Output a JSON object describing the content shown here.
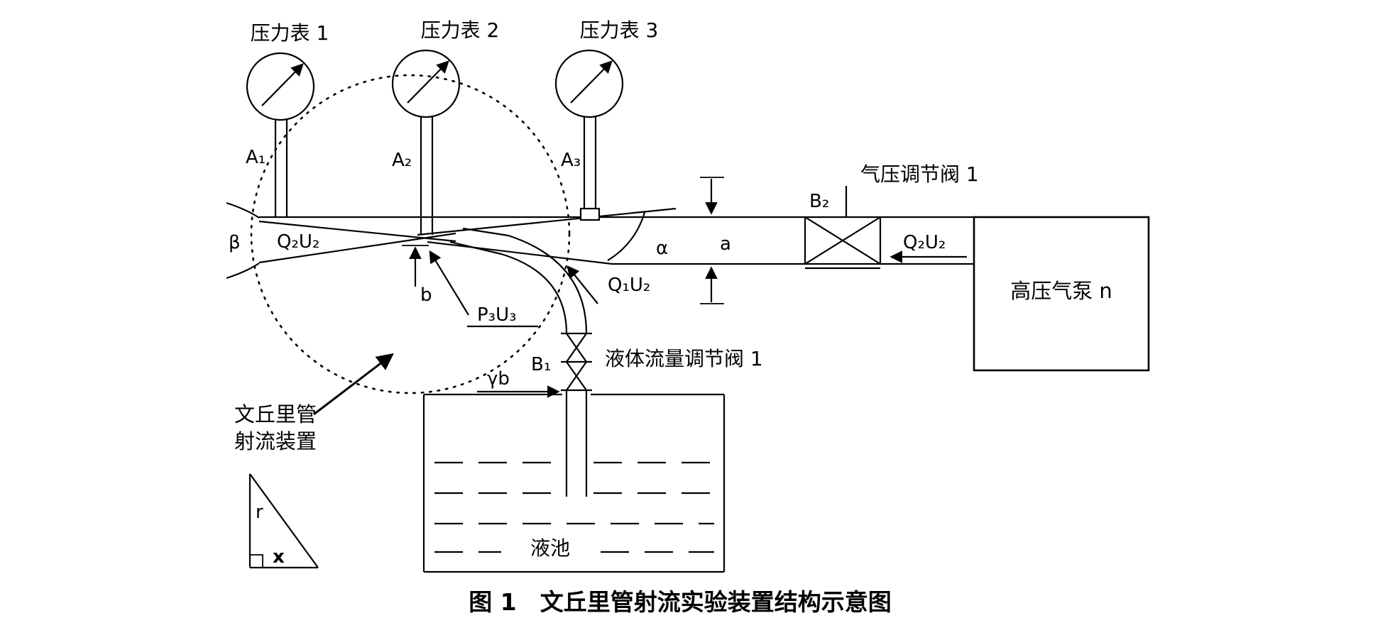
{
  "diagram": {
    "gauges": {
      "g1": "压力表 1",
      "g2": "压力表 2",
      "g3": "压力表 3"
    },
    "taps": {
      "a1": "A₁",
      "a2": "A₂",
      "a3": "A₃"
    },
    "valves": {
      "b1": "B₁",
      "b2": "B₂",
      "air": "气压调节阀 1",
      "liquid": "液体流量调节阀 1"
    },
    "pump": "高压气泵 n",
    "flows": {
      "q2u2_inlet": "Q₂U₂",
      "q2u2_supply": "Q₂U₂",
      "q1u2": "Q₁U₂",
      "p3u3": "P₃U₃"
    },
    "dims": {
      "alpha": "α",
      "beta": "β",
      "a": "a",
      "b": "b",
      "gamma_b": "γb"
    },
    "device": {
      "line1": "文丘里管",
      "line2": "射流装置"
    },
    "tank": "液池",
    "triangle": {
      "r": "r",
      "x": "x"
    },
    "caption": "图 1　文丘里管射流实验装置结构示意图"
  }
}
